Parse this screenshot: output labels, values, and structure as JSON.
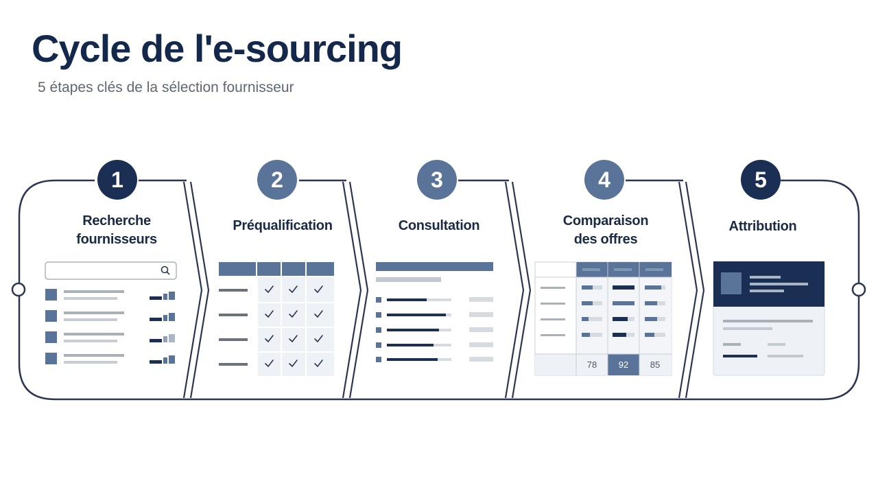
{
  "header": {
    "title": "Cycle de l'e-sourcing",
    "subtitle": "5 étapes clés de la sélection fournisseur"
  },
  "steps": [
    {
      "number": "1",
      "title_line1": "Recherche",
      "title_line2": "fournisseurs",
      "icon": "search-icon",
      "badge_color": "#1b2f55"
    },
    {
      "number": "2",
      "title_line1": "Préqualification",
      "title_line2": "",
      "icon": "check-icon",
      "badge_color": "#5a7399"
    },
    {
      "number": "3",
      "title_line1": "Consultation",
      "title_line2": "",
      "icon": "",
      "badge_color": "#5a7399"
    },
    {
      "number": "4",
      "title_line1": "Comparaison",
      "title_line2": "des offres",
      "icon": "",
      "badge_color": "#5a7399"
    },
    {
      "number": "5",
      "title_line1": "Attribution",
      "title_line2": "",
      "icon": "",
      "badge_color": "#1b2f55"
    }
  ],
  "comparison": {
    "scores": [
      "78",
      "92",
      "85"
    ]
  },
  "colors": {
    "navy": "#1b2f55",
    "slate": "#5a7399",
    "outline": "#2a3550",
    "light_panel": "#eef1f5"
  }
}
